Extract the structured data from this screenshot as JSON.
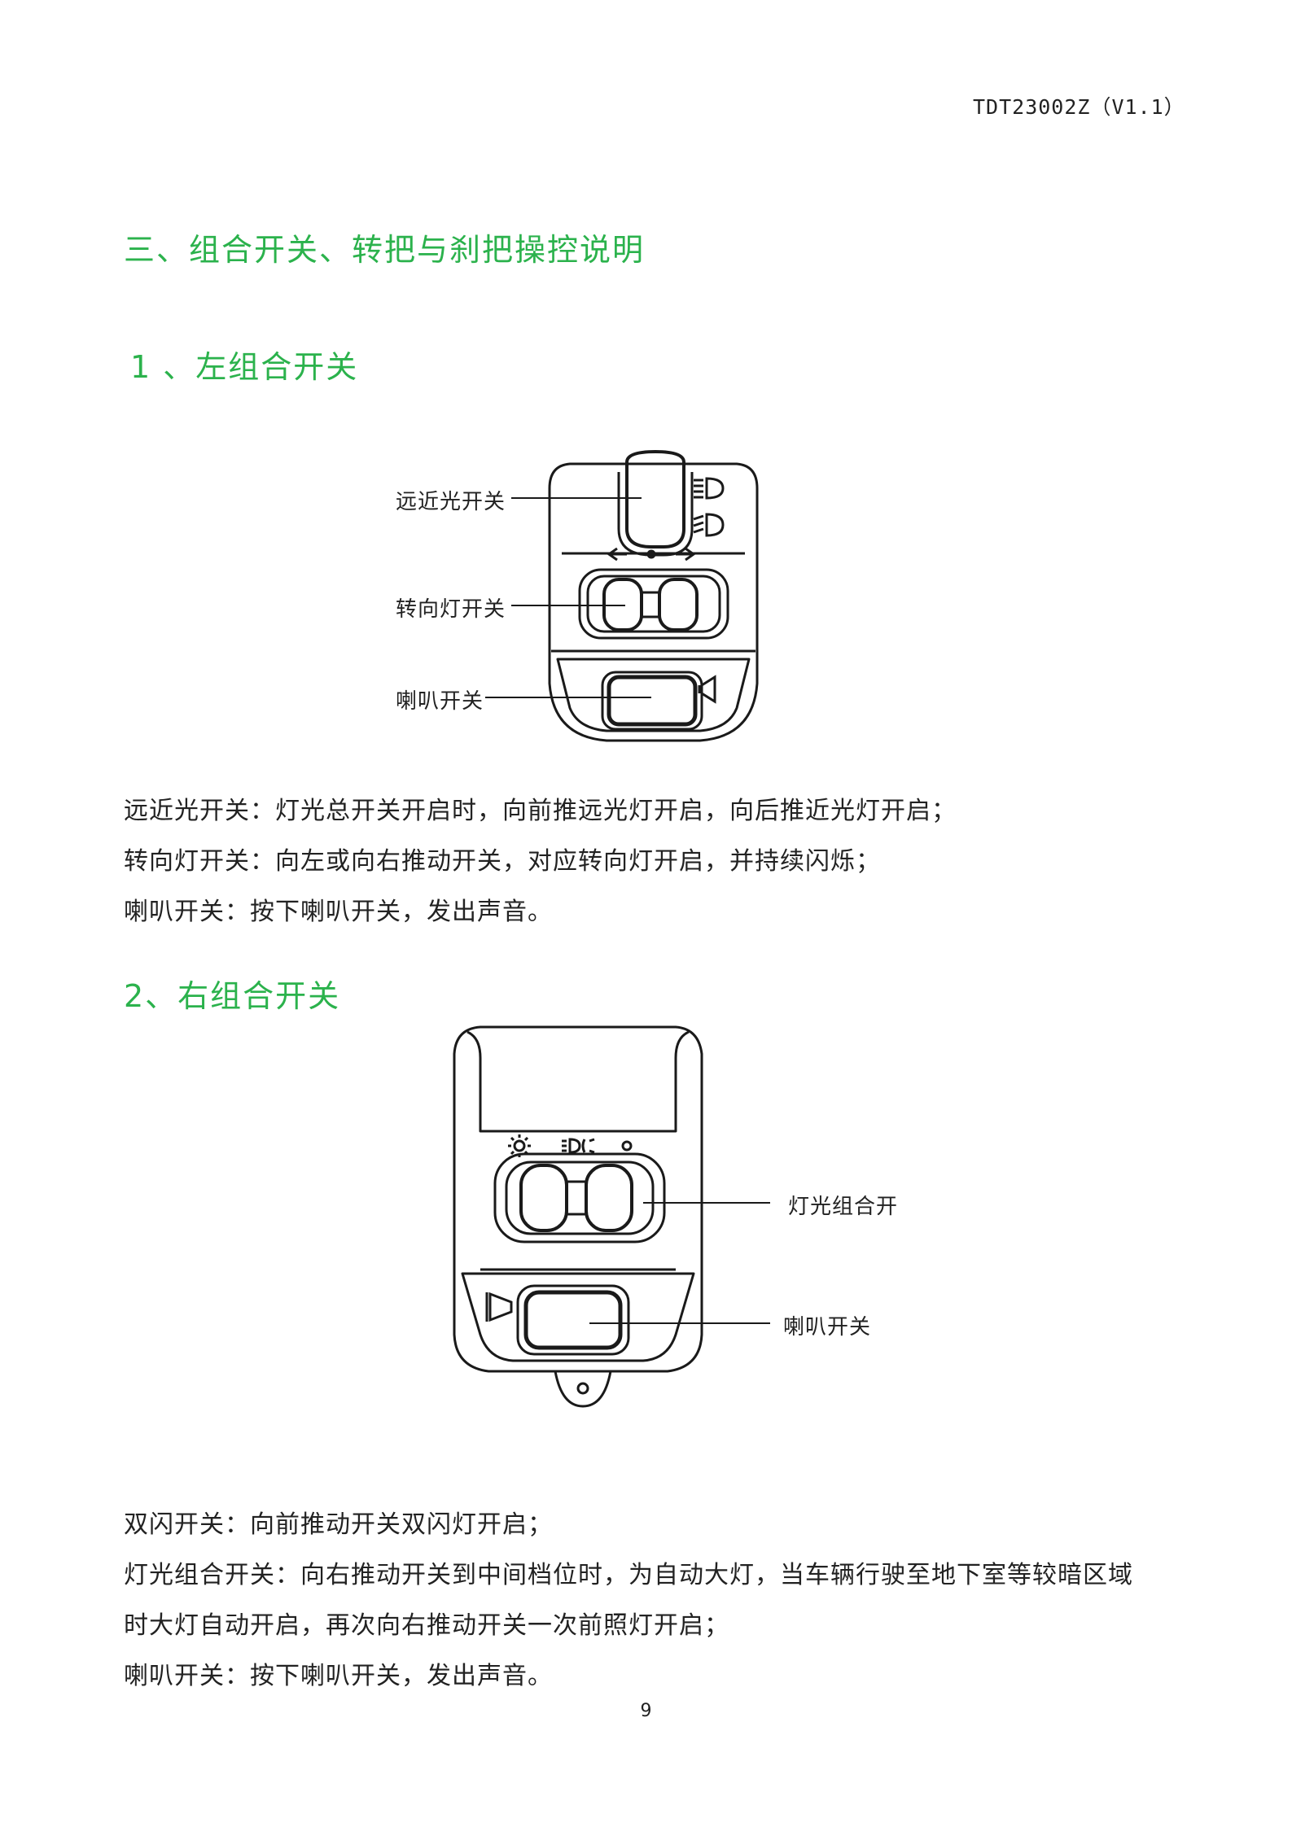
{
  "header": {
    "doc_code": "TDT23002Z（V1.1）"
  },
  "section": {
    "title": "三、组合开关、转把与刹把操控说明"
  },
  "left_switch": {
    "title": "1 、左组合开关",
    "labels": {
      "beam": "远近光开关",
      "turn": "转向灯开关",
      "horn": "喇叭开关"
    },
    "descriptions": [
      "远近光开关：灯光总开关开启时，向前推远光灯开启，向后推近光灯开启；",
      "转向灯开关：向左或向右推动开关，对应转向灯开启，并持续闪烁；",
      "喇叭开关：按下喇叭开关，发出声音。"
    ],
    "icons": [
      "high-beam-icon",
      "low-beam-icon",
      "left-arrow-icon",
      "off-dot-icon",
      "right-arrow-icon",
      "horn-icon"
    ]
  },
  "right_switch": {
    "title": "2、右组合开关",
    "labels": {
      "light": "灯光组合开",
      "horn": "喇叭开关"
    },
    "descriptions": [
      "双闪开关：向前推动开关双闪灯开启；",
      "灯光组合开关：向右推动开关到中间档位时，为自动大灯，当车辆行驶至地下室等较暗区域",
      "时大灯自动开启，再次向右推动开关一次前照灯开启；",
      "喇叭开关：按下喇叭开关，发出声音。"
    ],
    "icons": [
      "hazard-light-icon",
      "auto-headlight-icon",
      "off-dot-icon",
      "horn-icon"
    ]
  },
  "footer": {
    "page_number": "9"
  }
}
